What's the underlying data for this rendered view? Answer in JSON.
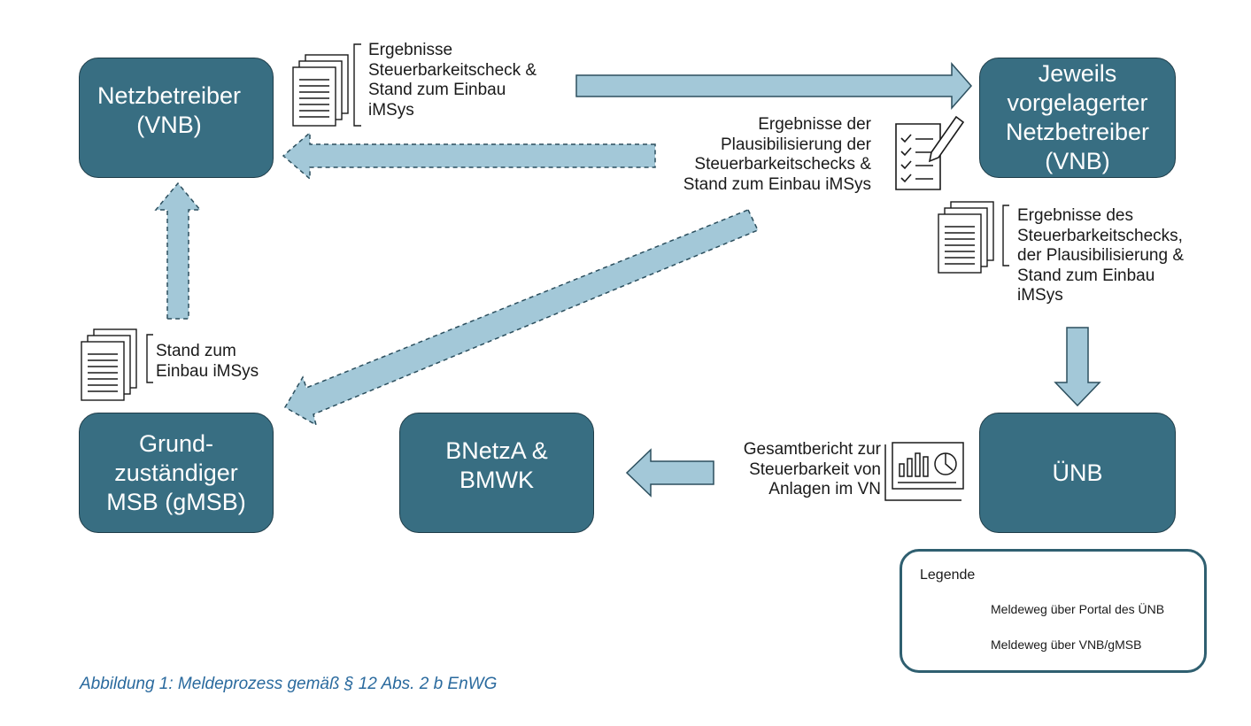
{
  "nodes": {
    "vnb": "Netzbetreiber\n(VNB)",
    "upstream_vnb": "Jeweils\nvorgelagerter\nNetzbetreiber\n(VNB)",
    "gmsb": "Grund-\nzuständiger\nMSB (gMSB)",
    "bnetza": "BNetzA &\nBMWK",
    "uenb": "ÜNB"
  },
  "labels": {
    "results_check": "Ergebnisse\nSteuerbarkeitscheck &\nStand zum Einbau\niMSys",
    "plausibility_results": "Ergebnisse der\nPlausibilisierung der\nSteuerbarkeitschecks &\nStand zum Einbau iMSys",
    "results_combined": "Ergebnisse des\nSteuerbarkeitschecks,\nder Plausibilisierung &\nStand zum Einbau\niMSys",
    "installation_status": "Stand zum\nEinbau iMSys",
    "total_report": "Gesamtbericht zur\nSteuerbarkeit von\nAnlagen im VN"
  },
  "legend": {
    "title": "Legende",
    "solid": "Meldeweg über Portal des ÜNB",
    "dashed": "Meldeweg über VNB/gMSB"
  },
  "caption": "Abbildung 1: Meldeprozess gemäß § 12 Abs. 2 b EnWG",
  "icons": [
    "document-stack-icon",
    "cycle-icon",
    "checklist-pencil-icon",
    "report-chart-icon"
  ],
  "colors": {
    "node_fill": "#386e82",
    "node_border": "#1f3d49",
    "arrow_fill": "#a3c8d8",
    "arrow_stroke": "#2c4f5e",
    "legend_border": "#2f5f70",
    "caption": "#2a6a9e"
  }
}
